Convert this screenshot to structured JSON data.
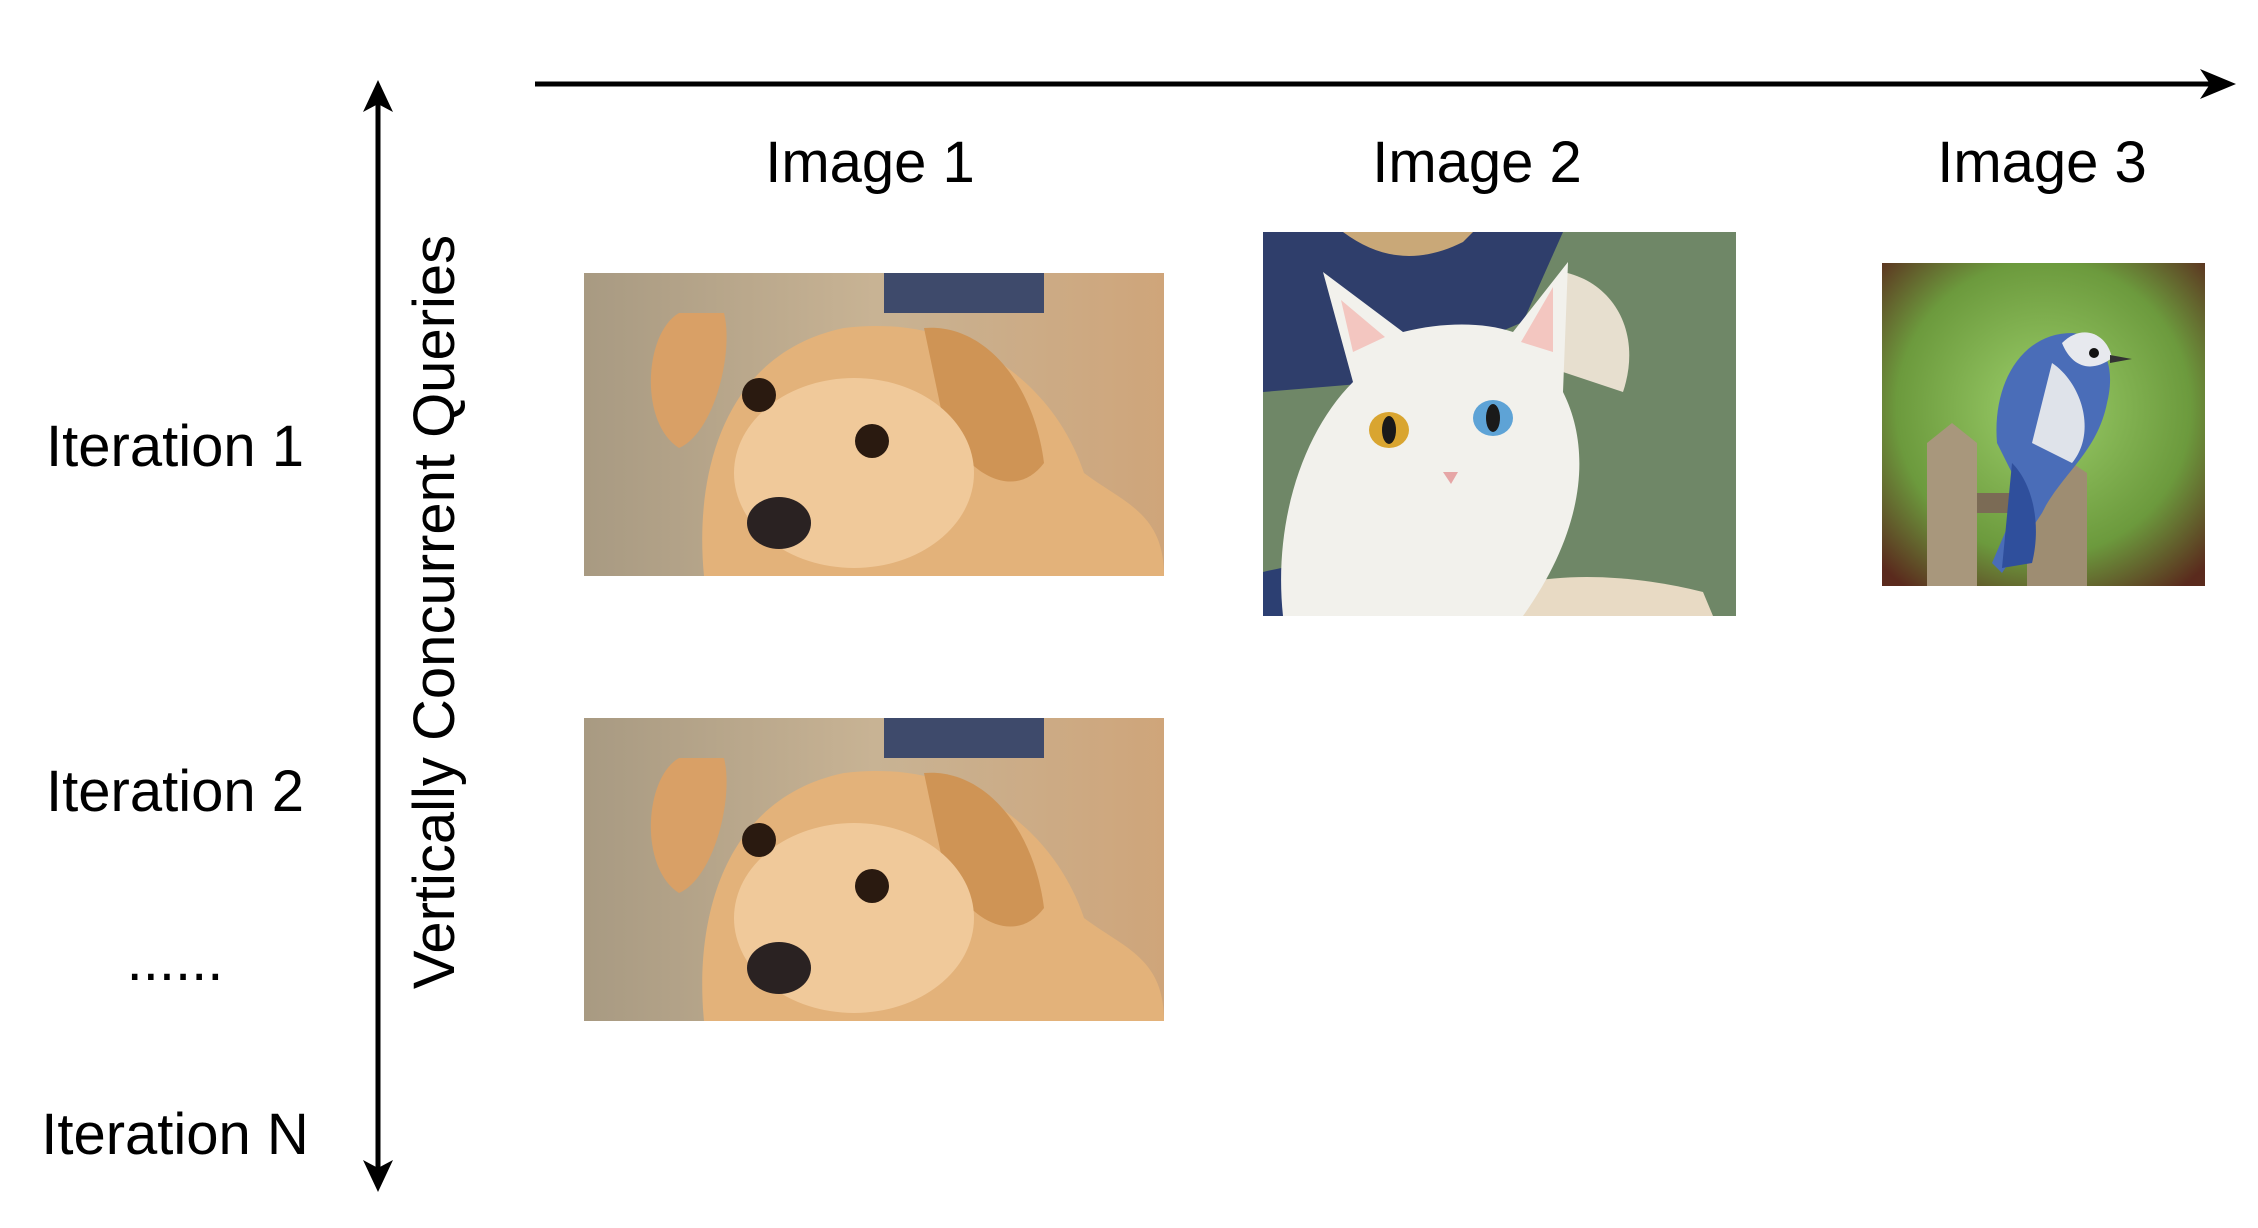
{
  "columns": [
    {
      "label": "Image 1"
    },
    {
      "label": "Image 2"
    },
    {
      "label": "Image 3"
    }
  ],
  "rows": [
    {
      "label": "Iteration 1"
    },
    {
      "label": "Iteration 2"
    },
    {
      "label": "......"
    },
    {
      "label": "Iteration N"
    }
  ],
  "vertical_axis_label": "Vertically Concurrent Queries",
  "images": [
    {
      "subject": "puppy",
      "column": "Image 1",
      "row": "Iteration 1"
    },
    {
      "subject": "white cat with heterochromatic eyes",
      "column": "Image 2",
      "row": "Iteration 1"
    },
    {
      "subject": "blue jay on fence post",
      "column": "Image 3",
      "row": "Iteration 1"
    },
    {
      "subject": "puppy",
      "column": "Image 1",
      "row": "Iteration 2"
    }
  ],
  "icons": [
    "horizontal-arrow",
    "vertical-double-arrow"
  ]
}
